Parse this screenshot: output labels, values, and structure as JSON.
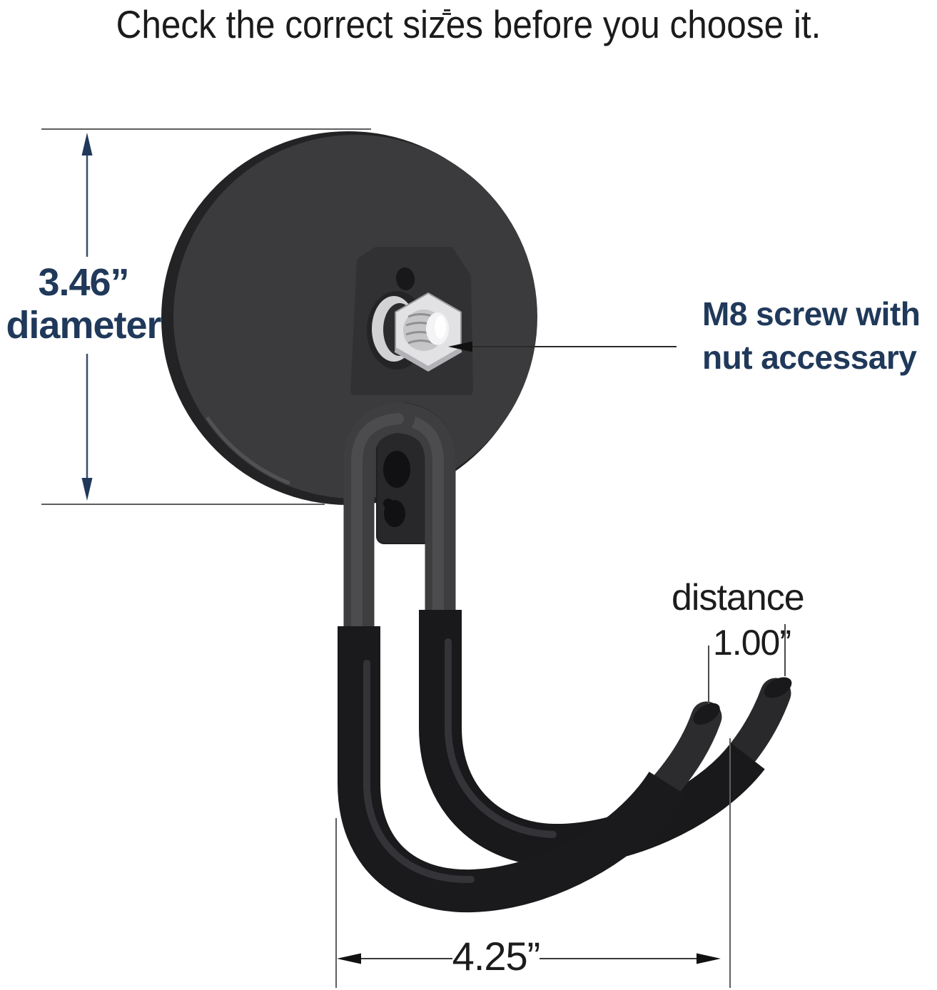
{
  "title": "Check the correct sizes before you choose it.",
  "annotations": {
    "diameter": {
      "value": "3.46”",
      "label": "diameter"
    },
    "screw": {
      "line1": "M8 screw with",
      "line2": "nut accessary"
    },
    "distance": {
      "label": "distance",
      "value": "1.00”"
    },
    "width": {
      "value": "4.25”"
    }
  },
  "colors": {
    "accent_navy": "#20395a",
    "text_black": "#1b1b1b",
    "magnet_gray": "#3b3b3d",
    "hook_black": "#1a1a1c",
    "metal_silver": "#e2e2e4",
    "dimension_line_gray": "#5f5f5f"
  }
}
